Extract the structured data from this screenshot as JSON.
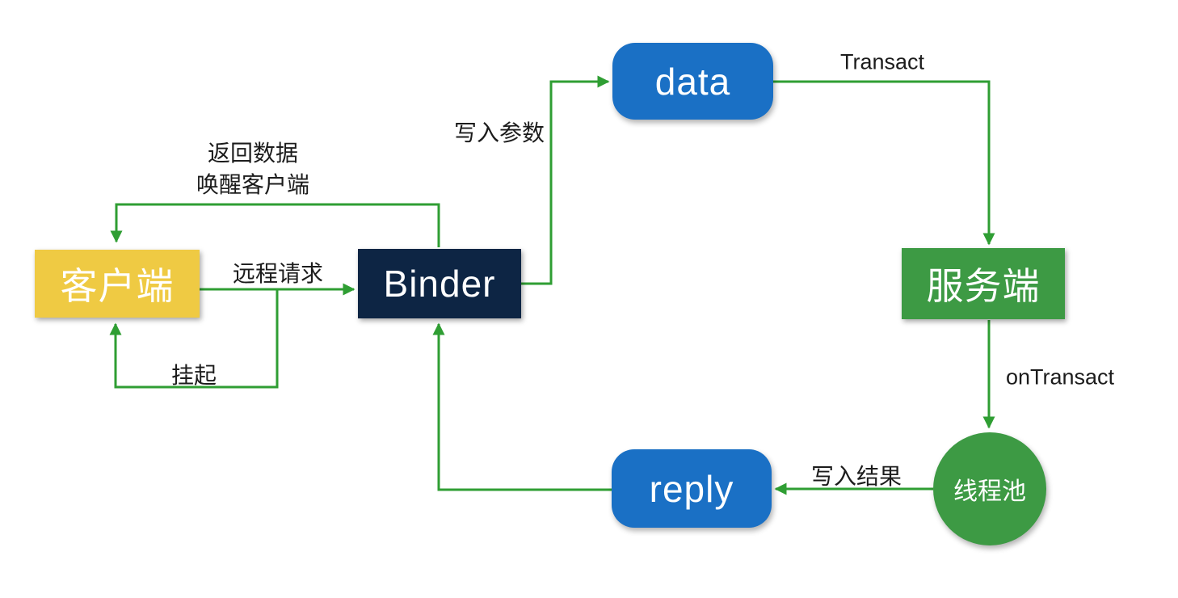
{
  "nodes": {
    "client": {
      "label": "客户端",
      "color": "#efca43"
    },
    "binder": {
      "label": "Binder",
      "color": "#0d2544"
    },
    "data": {
      "label": "data",
      "color": "#1a70c5"
    },
    "reply": {
      "label": "reply",
      "color": "#1a70c5"
    },
    "server": {
      "label": "服务端",
      "color": "#3d9a44"
    },
    "threadpool": {
      "label": "线程池",
      "color": "#3d9a44"
    }
  },
  "edges": {
    "remote_request": {
      "label": "远程请求"
    },
    "suspend": {
      "label": "挂起"
    },
    "write_params": {
      "label": "写入参数"
    },
    "transact": {
      "label": "Transact"
    },
    "on_transact": {
      "label": "onTransact"
    },
    "write_result": {
      "label": "写入结果"
    },
    "return_wake": {
      "line1": "返回数据",
      "line2": "唤醒客户端"
    }
  },
  "colors": {
    "arrow": "#2f9e33",
    "label_text": "#1c1c1c",
    "background": "#ffffff"
  }
}
